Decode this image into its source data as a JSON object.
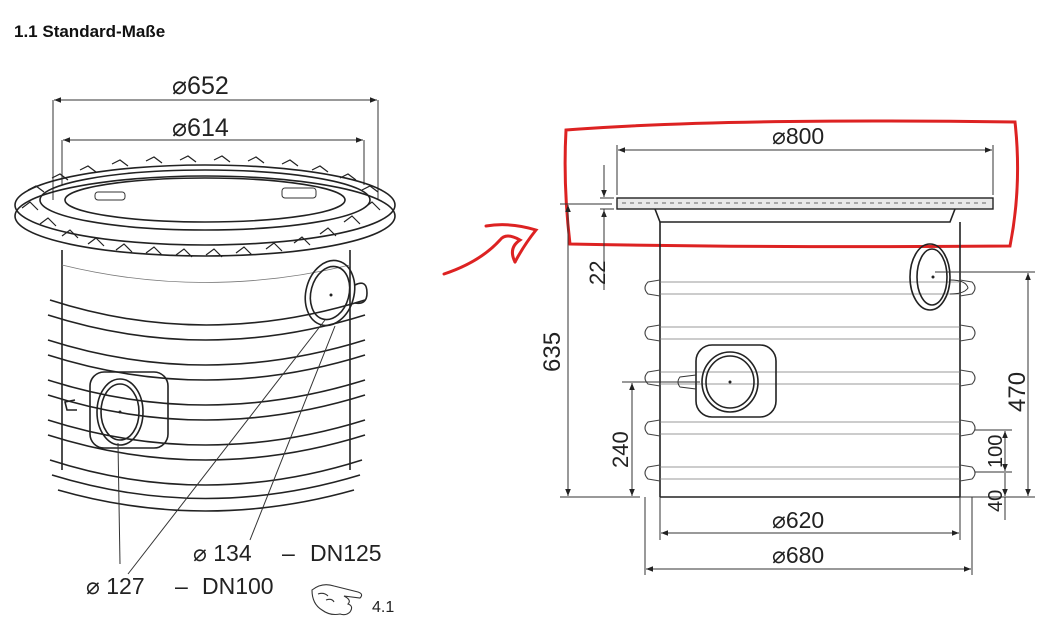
{
  "header": {
    "title": "1.1 Standard-Maße"
  },
  "left_view": {
    "dim_outer_top": "⌀652",
    "dim_inner_top": "⌀614",
    "inlet_large": {
      "diameter": "⌀ 134",
      "dash": "–",
      "nominal": "DN125"
    },
    "inlet_small": {
      "diameter": "⌀ 127",
      "dash": "–",
      "nominal": "DN100"
    },
    "reference": "4.1"
  },
  "right_view": {
    "dim_lid": "⌀800",
    "dim_lid_height": "22",
    "dim_total_height": "635",
    "dim_inlet_large_height": "470",
    "dim_inlet_small_height": "240",
    "dim_ring_100": "100",
    "dim_ring_40": "40",
    "dim_inner_base": "⌀620",
    "dim_outer_base": "⌀680"
  },
  "annotation": {
    "highlight_color": "#dd2222"
  }
}
